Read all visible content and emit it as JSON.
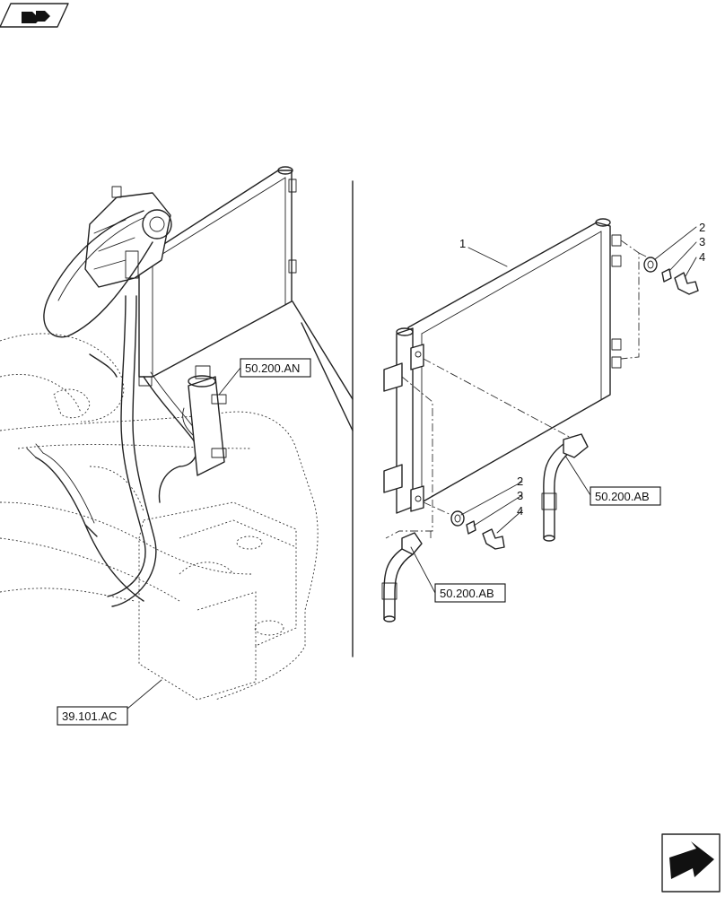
{
  "references": {
    "ref_an": "50.200.AN",
    "ref_ab_top": "50.200.AB",
    "ref_ab_bottom": "50.200.AB",
    "ref_ac": "39.101.AC"
  },
  "callouts": {
    "item_1": "1",
    "item_2_top": "2",
    "item_3_top": "3",
    "item_4_top": "4",
    "item_2_bottom": "2",
    "item_3_bottom": "3",
    "item_4_bottom": "4"
  },
  "icons": {
    "top_left": "view-direction-icon",
    "bottom_right": "next-page-arrow-icon"
  }
}
